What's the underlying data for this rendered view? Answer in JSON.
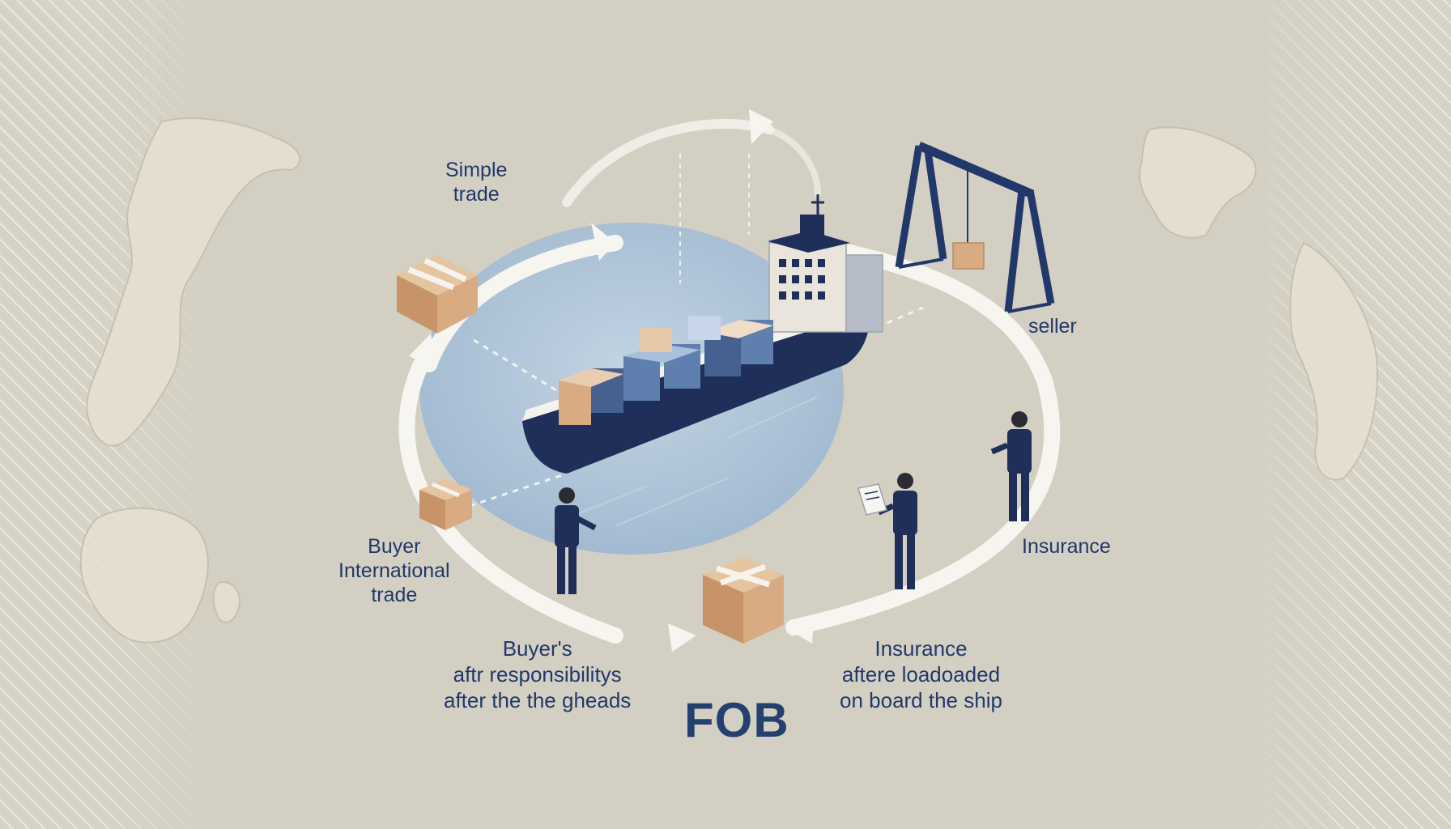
{
  "diagram": {
    "labels": {
      "simple_trade": [
        "Simple",
        "trade"
      ],
      "seller": "seller",
      "buyer_international": [
        "Buyer",
        "International",
        "trade"
      ],
      "insurance_right": "Insurance",
      "buyers_responsibility": [
        "Buyer's",
        "aftr responsibilitys",
        "after the the gheads"
      ],
      "insurance_loaded": [
        "Insurance",
        "aftere loadoaded",
        "on board the ship"
      ],
      "fob": "FOB"
    },
    "colors": {
      "background": "#d3d0c3",
      "water": "#a9c0d6",
      "ring": "#f7f6f0",
      "navy": "#22386a",
      "box": "#d9ab82",
      "map": "#e7e2d4"
    },
    "icons": [
      "cargo-ship-icon",
      "gantry-crane-icon",
      "cardboard-box-icon",
      "person-icon",
      "document-icon",
      "world-map-icon",
      "cycle-arrow-icon"
    ]
  }
}
